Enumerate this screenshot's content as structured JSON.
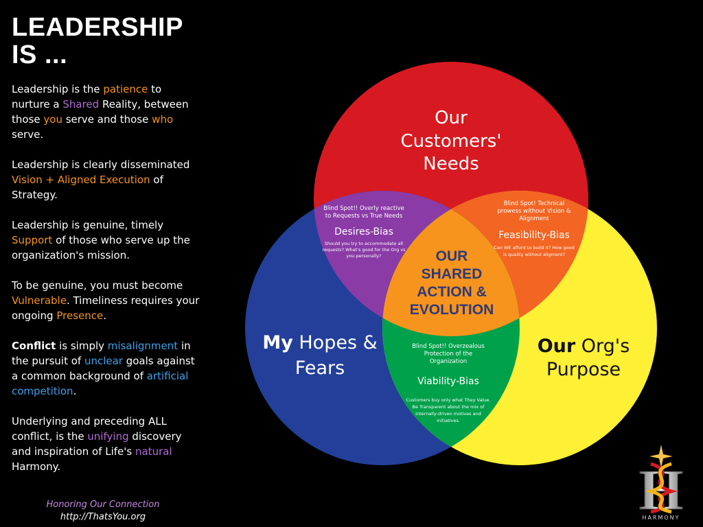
{
  "title": {
    "line1": "LEADERSHIP",
    "line2": "IS ..."
  },
  "paragraphs": {
    "p1": {
      "a": "Leadership is the ",
      "b": "patience",
      "c": " to nurture a ",
      "d": "Shared",
      "e": " Reality, between those ",
      "f": "you",
      "g": " serve and those ",
      "h": "who",
      "i": " serve."
    },
    "p2": {
      "a": "Leadership is clearly disseminated ",
      "b": "Vision + Aligned Execution",
      "c": " of Strategy."
    },
    "p3": {
      "a": "Leadership is genuine, timely ",
      "b": "Support",
      "c": " of those who serve up the organization's mission."
    },
    "p4": {
      "a": "To be genuine, you must become ",
      "b": "Vulnerable",
      "c": ".   Timeliness requires your ongoing ",
      "d": "Presence",
      "e": "."
    },
    "p5": {
      "a": "Conflict",
      "b": " is simply ",
      "c": "misalignment",
      "d": " in the pursuit of ",
      "e": "unclear",
      "f": " goals against a common background of ",
      "g": "artificial competition",
      "h": "."
    },
    "p6": {
      "a": "Underlying and preceding ALL conflict, is the ",
      "b": "unifying",
      "c": " discovery and inspiration of Life's ",
      "d": "natural",
      "e": " Harmony."
    }
  },
  "footer": {
    "line1": "Honoring Our Connection",
    "line2": "http://ThatsYou.org"
  },
  "diagram": {
    "top_circle": {
      "l1": "Our",
      "l2": "Customers'",
      "l3": "Needs",
      "color": "#d71a21"
    },
    "left_circle": {
      "bold": "My",
      "l1": " Hopes &",
      "l2": "Fears",
      "color": "#233f9a"
    },
    "right_circle": {
      "bold": "Our",
      "l1": " Org's",
      "l2": "Purpose",
      "color": "#fef035"
    },
    "desires": {
      "note1": "Blind Spot!! Overly reactive",
      "note2": "to Requests vs True Needs",
      "title": "Desires-Bias",
      "q1": "Should you try to accommodate all",
      "q2": "requests?  What's good for the Org vs",
      "q3": "you personally?",
      "color": "#8a3ba6"
    },
    "feasibility": {
      "note1": "Blind Spot!  Technical",
      "note2": "prowess without Vision &",
      "note3": "Alignment",
      "title": "Feasibility-Bias",
      "q1": "Can WE afford to build it?  How good",
      "q2": "is quality without aligment?",
      "color": "#f26522"
    },
    "viability": {
      "note1": "Blind Spot!! Overzealous",
      "note2": "Protection of the",
      "note3": "Organization",
      "title": "Viability-Bias",
      "q1": "Customers buy only what They Value.",
      "q2": "Be Transparent about the mix of",
      "q3": "internally-driven motives and",
      "q4": "initiatives.",
      "color": "#00a14b"
    },
    "center": {
      "l1": "OUR",
      "l2": "SHARED",
      "l3": "ACTION &",
      "l4": "EVOLUTION",
      "color": "#f7941d",
      "text_color": "#2e3a78"
    }
  },
  "logo": {
    "letter": "H",
    "label": "HARMONY"
  }
}
